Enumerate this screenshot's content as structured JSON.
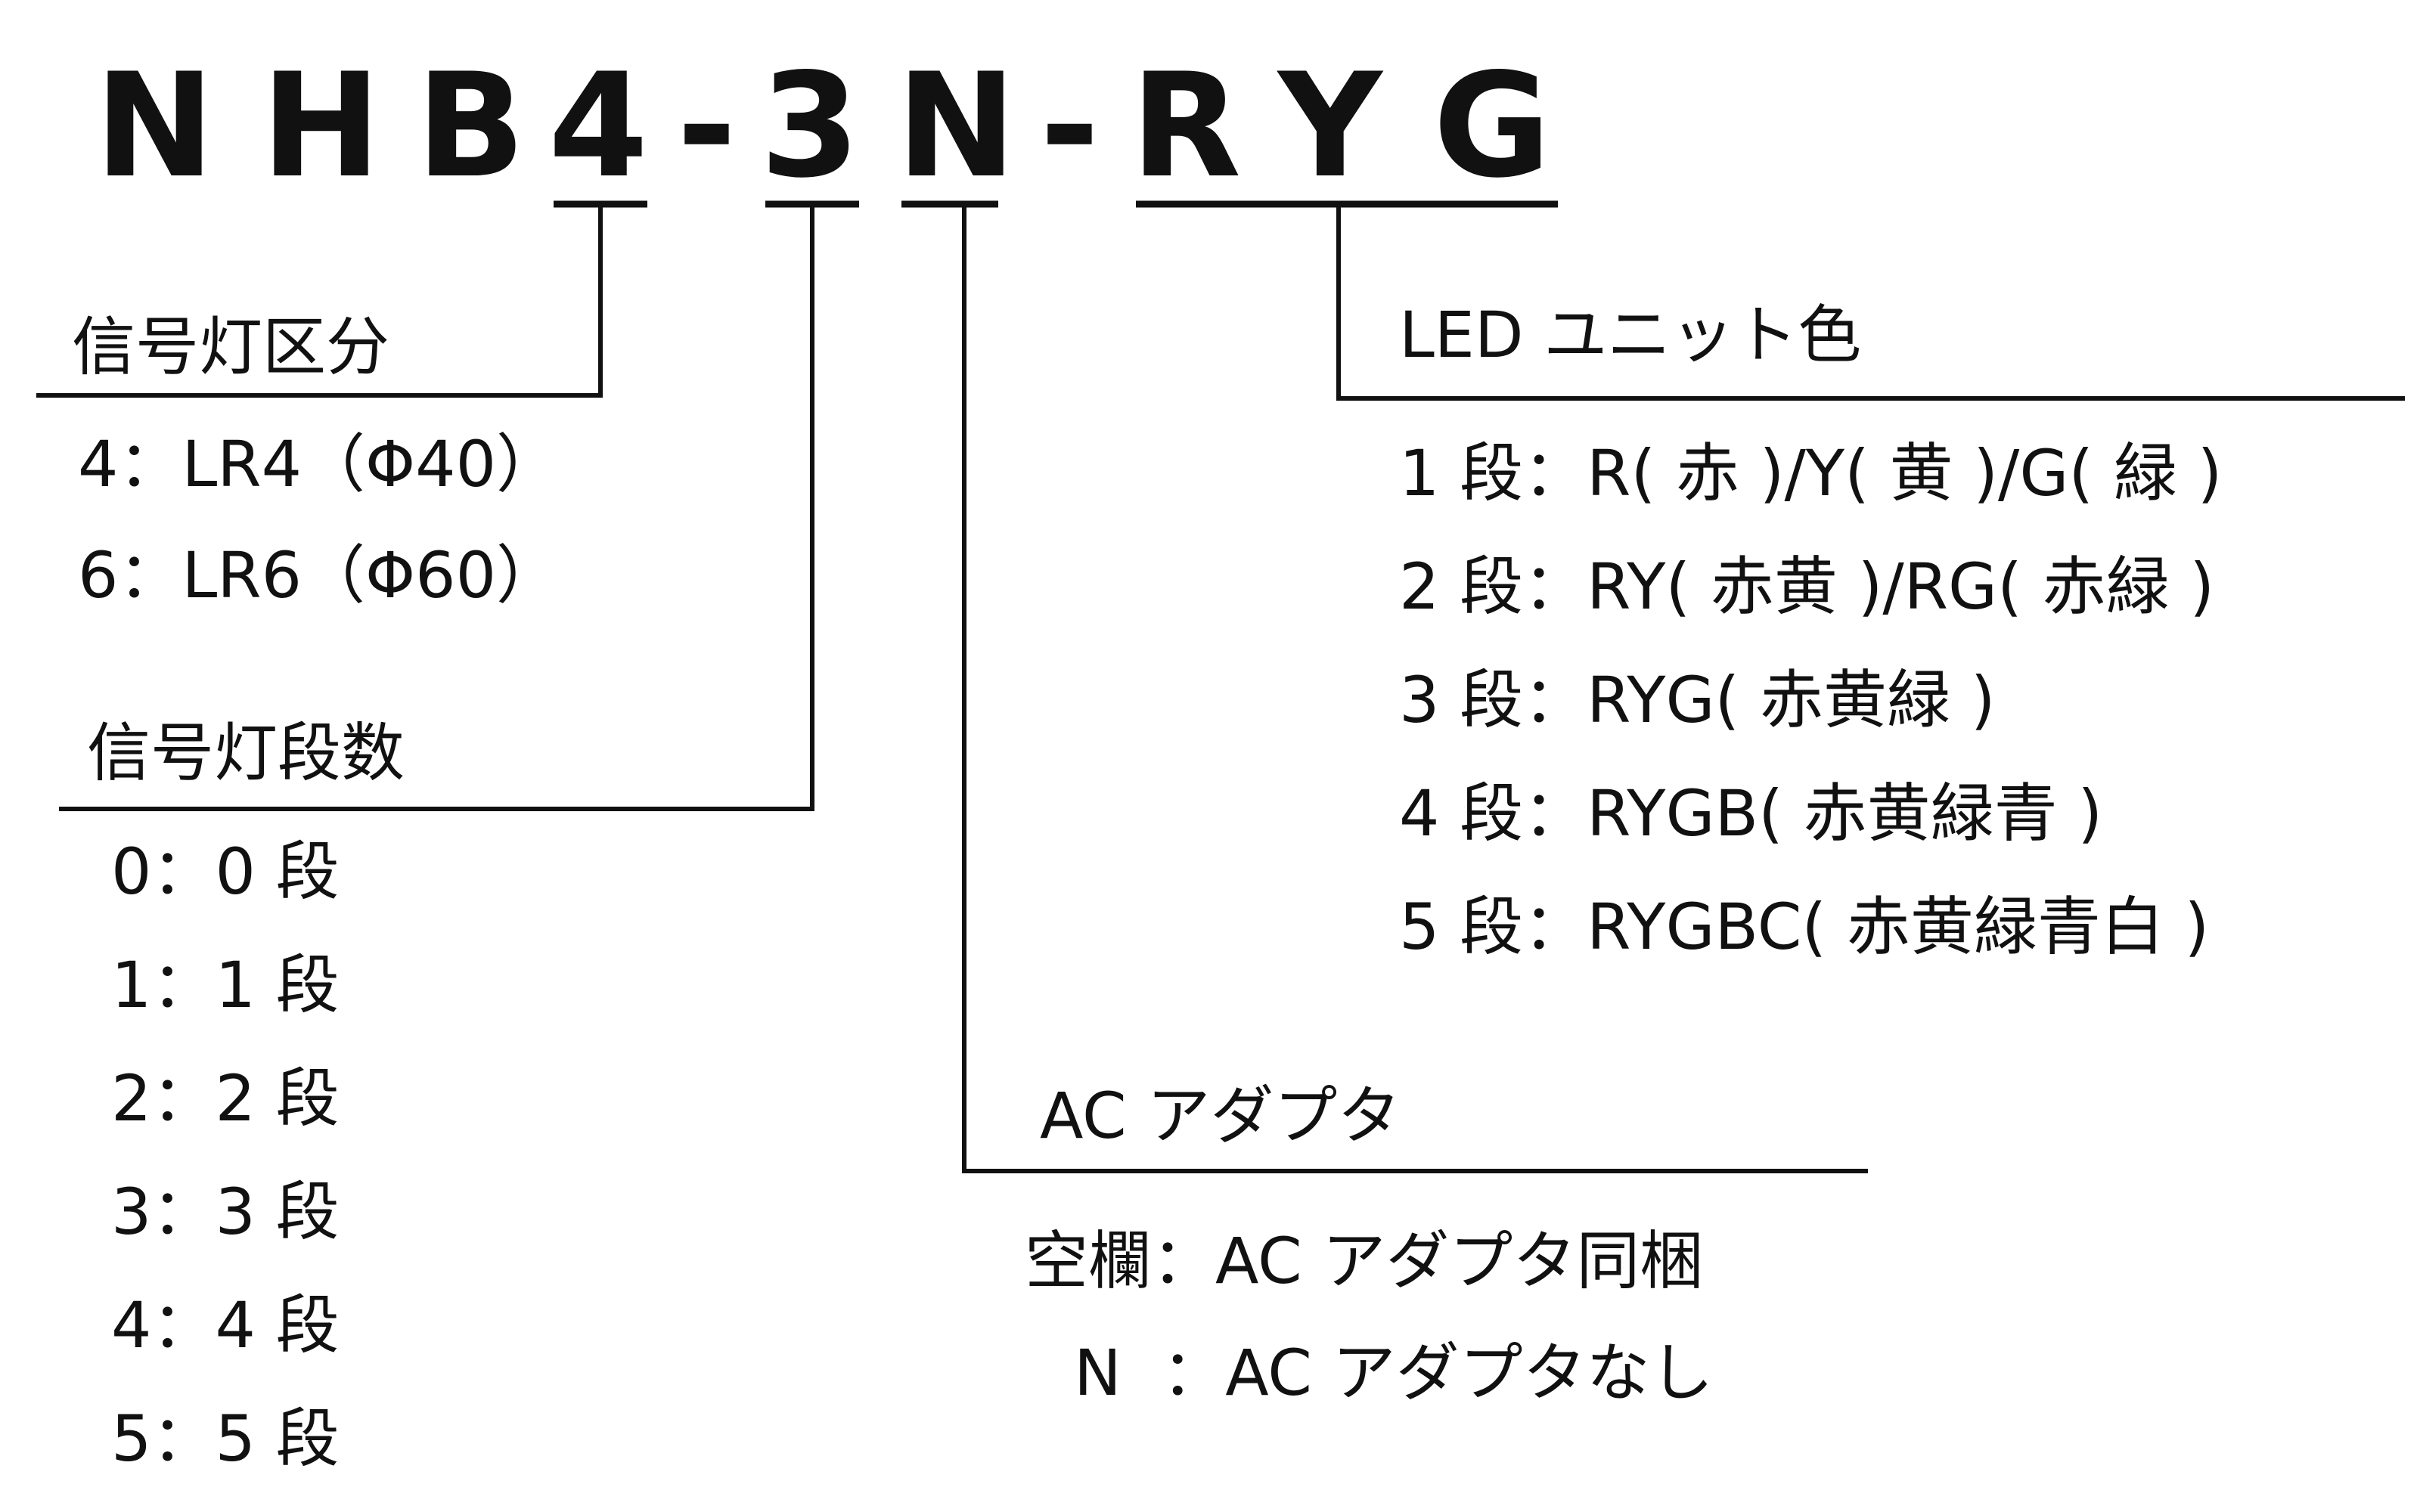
{
  "model": {
    "chars": [
      "N",
      "H",
      "B",
      "4",
      "-",
      "3",
      "N",
      "-",
      "R",
      "Y",
      "G"
    ]
  },
  "groups": {
    "lamp_type": {
      "heading": "信号灯区分",
      "options": [
        "4：LR4（Φ40）",
        "6：LR6（Φ60）"
      ]
    },
    "stages": {
      "heading": "信号灯段数",
      "options": [
        "0：0 段",
        "1：1 段",
        "2：2 段",
        "3：3 段",
        "4：4 段",
        "5：5 段"
      ]
    },
    "adapter": {
      "heading": "AC アダプタ",
      "options": [
        "空欄：AC アダプタ同梱",
        "N  ：AC アダプタなし"
      ]
    },
    "led_color": {
      "heading": "LED ユニット色",
      "options": [
        "1 段：R( 赤 )/Y( 黄 )/G( 緑 )",
        "2 段：RY( 赤黄 )/RG( 赤緑 )",
        "3 段：RYG( 赤黄緑 )",
        "4 段：RYGB( 赤黄緑青 )",
        "5 段：RYGBC( 赤黄緑青白 )"
      ]
    }
  },
  "colors": {
    "ink": "#111111",
    "background": "#ffffff"
  }
}
